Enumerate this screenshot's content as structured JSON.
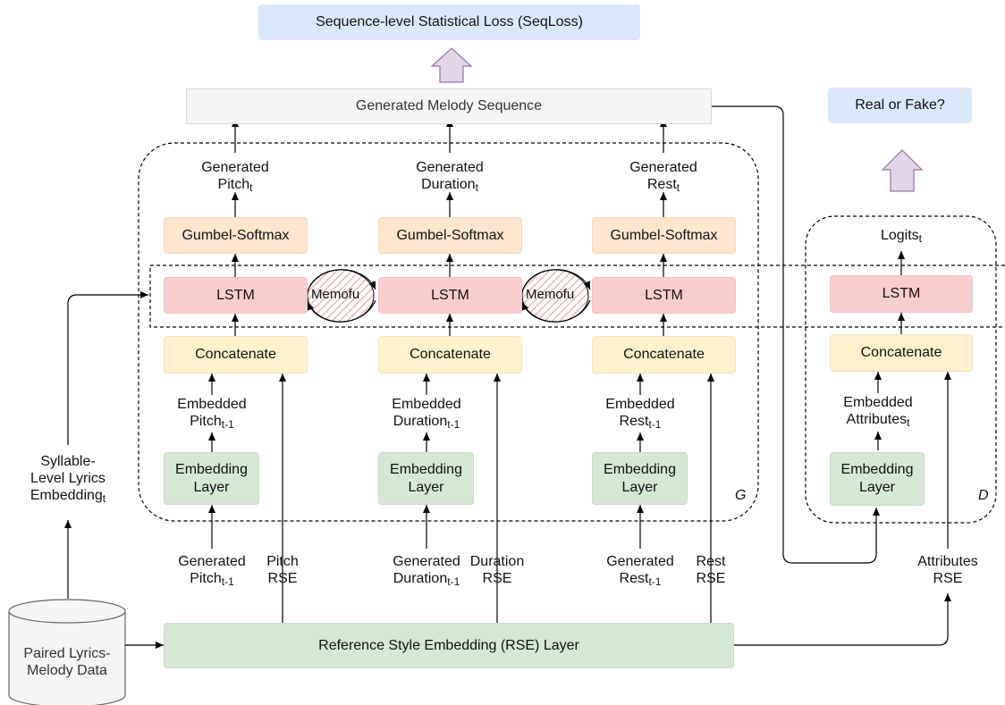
{
  "top_loss": "Sequence-level Statistical Loss (SeqLoss)",
  "generated_melody": "Generated Melody Sequence",
  "real_or_fake": "Real or Fake?",
  "data_source": {
    "line1": "Paired Lyrics-",
    "line2": "Melody Data"
  },
  "rse_layer": "Reference Style Embedding (RSE) Layer",
  "lyrics_embedding": {
    "line1": "Syllable-",
    "line2": "Level Lyrics",
    "base": "Embedding",
    "sub": "t"
  },
  "generator": {
    "label": "G",
    "columns": [
      {
        "output_base": "Pitch",
        "output_sub": "t",
        "gumbel": "Gumbel-Softmax",
        "lstm": "LSTM",
        "concat": "Concatenate",
        "embedded_base": "Pitch",
        "embedded_sub": "t-1",
        "embedding_layer": [
          "Embedding",
          "Layer"
        ],
        "input_base": "Pitch",
        "input_sub": "t-1",
        "rse": [
          "Pitch",
          "RSE"
        ]
      },
      {
        "output_base": "Duration",
        "output_sub": "t",
        "gumbel": "Gumbel-Softmax",
        "lstm": "LSTM",
        "concat": "Concatenate",
        "embedded_base": "Duration",
        "embedded_sub": "t-1",
        "embedding_layer": [
          "Embedding",
          "Layer"
        ],
        "input_base": "Duration",
        "input_sub": "t-1",
        "rse": [
          "Duration",
          "RSE"
        ]
      },
      {
        "output_base": "Rest",
        "output_sub": "t",
        "gumbel": "Gumbel-Softmax",
        "lstm": "LSTM",
        "concat": "Concatenate",
        "embedded_base": "Rest",
        "embedded_sub": "t-1",
        "embedding_layer": [
          "Embedding",
          "Layer"
        ],
        "input_base": "Rest",
        "input_sub": "t-1",
        "rse": [
          "Rest",
          "RSE"
        ]
      }
    ],
    "generated_word": "Generated",
    "embedded_word": "Embedded",
    "memofu": "Memofu"
  },
  "discriminator": {
    "label": "D",
    "logits_base": "Logits",
    "logits_sub": "t",
    "lstm": "LSTM",
    "concat": "Concatenate",
    "embedded_line1": "Embedded",
    "embedded_base": "Attributes",
    "embedded_sub": "t",
    "embedding_layer": [
      "Embedding",
      "Layer"
    ],
    "rse": [
      "Attributes",
      "RSE"
    ]
  },
  "colors": {
    "blue": "#dae8fc",
    "grey": "#f5f5f5",
    "orange": "#ffe6cc",
    "red": "#f8cecc",
    "yellow": "#fff2cc",
    "green": "#d5e8d4",
    "purple": "#e1d5e7",
    "purple_stroke": "#9673a6"
  }
}
